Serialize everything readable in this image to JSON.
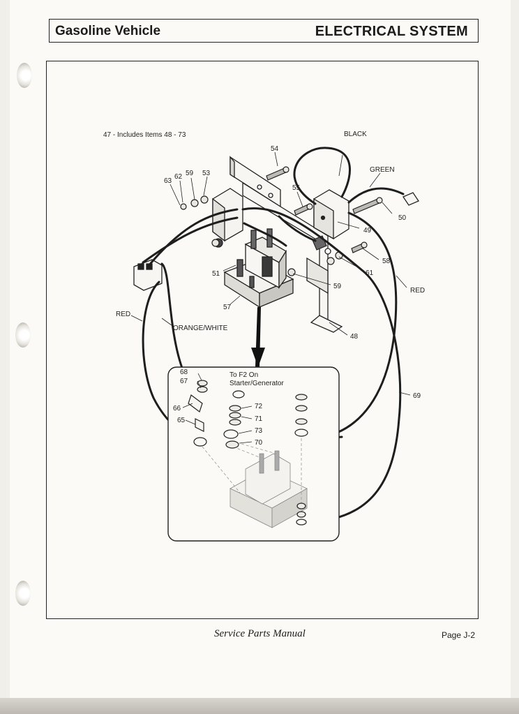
{
  "header": {
    "left_title": "Gasoline Vehicle",
    "right_title": "ELECTRICAL SYSTEM"
  },
  "diagram": {
    "note": "47 - Includes Items 48 - 73",
    "wire_labels": {
      "black": "BLACK",
      "green": "GREEN",
      "red_right": "RED",
      "red_left": "RED",
      "orange_white": "ORANGE/WHITE"
    },
    "inset_note_line1": "To F2 On",
    "inset_note_line2": "Starter/Generator",
    "part_numbers": {
      "p54": "54",
      "p53": "53",
      "p59a": "59",
      "p62": "62",
      "p63": "63",
      "p55": "55",
      "p50": "50",
      "p49": "49",
      "p58": "58",
      "p61": "61",
      "p51": "51",
      "p59b": "59",
      "p57": "57",
      "p48": "48",
      "p69": "69",
      "p68": "68",
      "p67": "67",
      "p66": "66",
      "p65": "65",
      "p72": "72",
      "p71": "71",
      "p73": "73",
      "p70": "70"
    }
  },
  "footer": {
    "manual": "Service Parts Manual",
    "page": "Page J-2"
  }
}
